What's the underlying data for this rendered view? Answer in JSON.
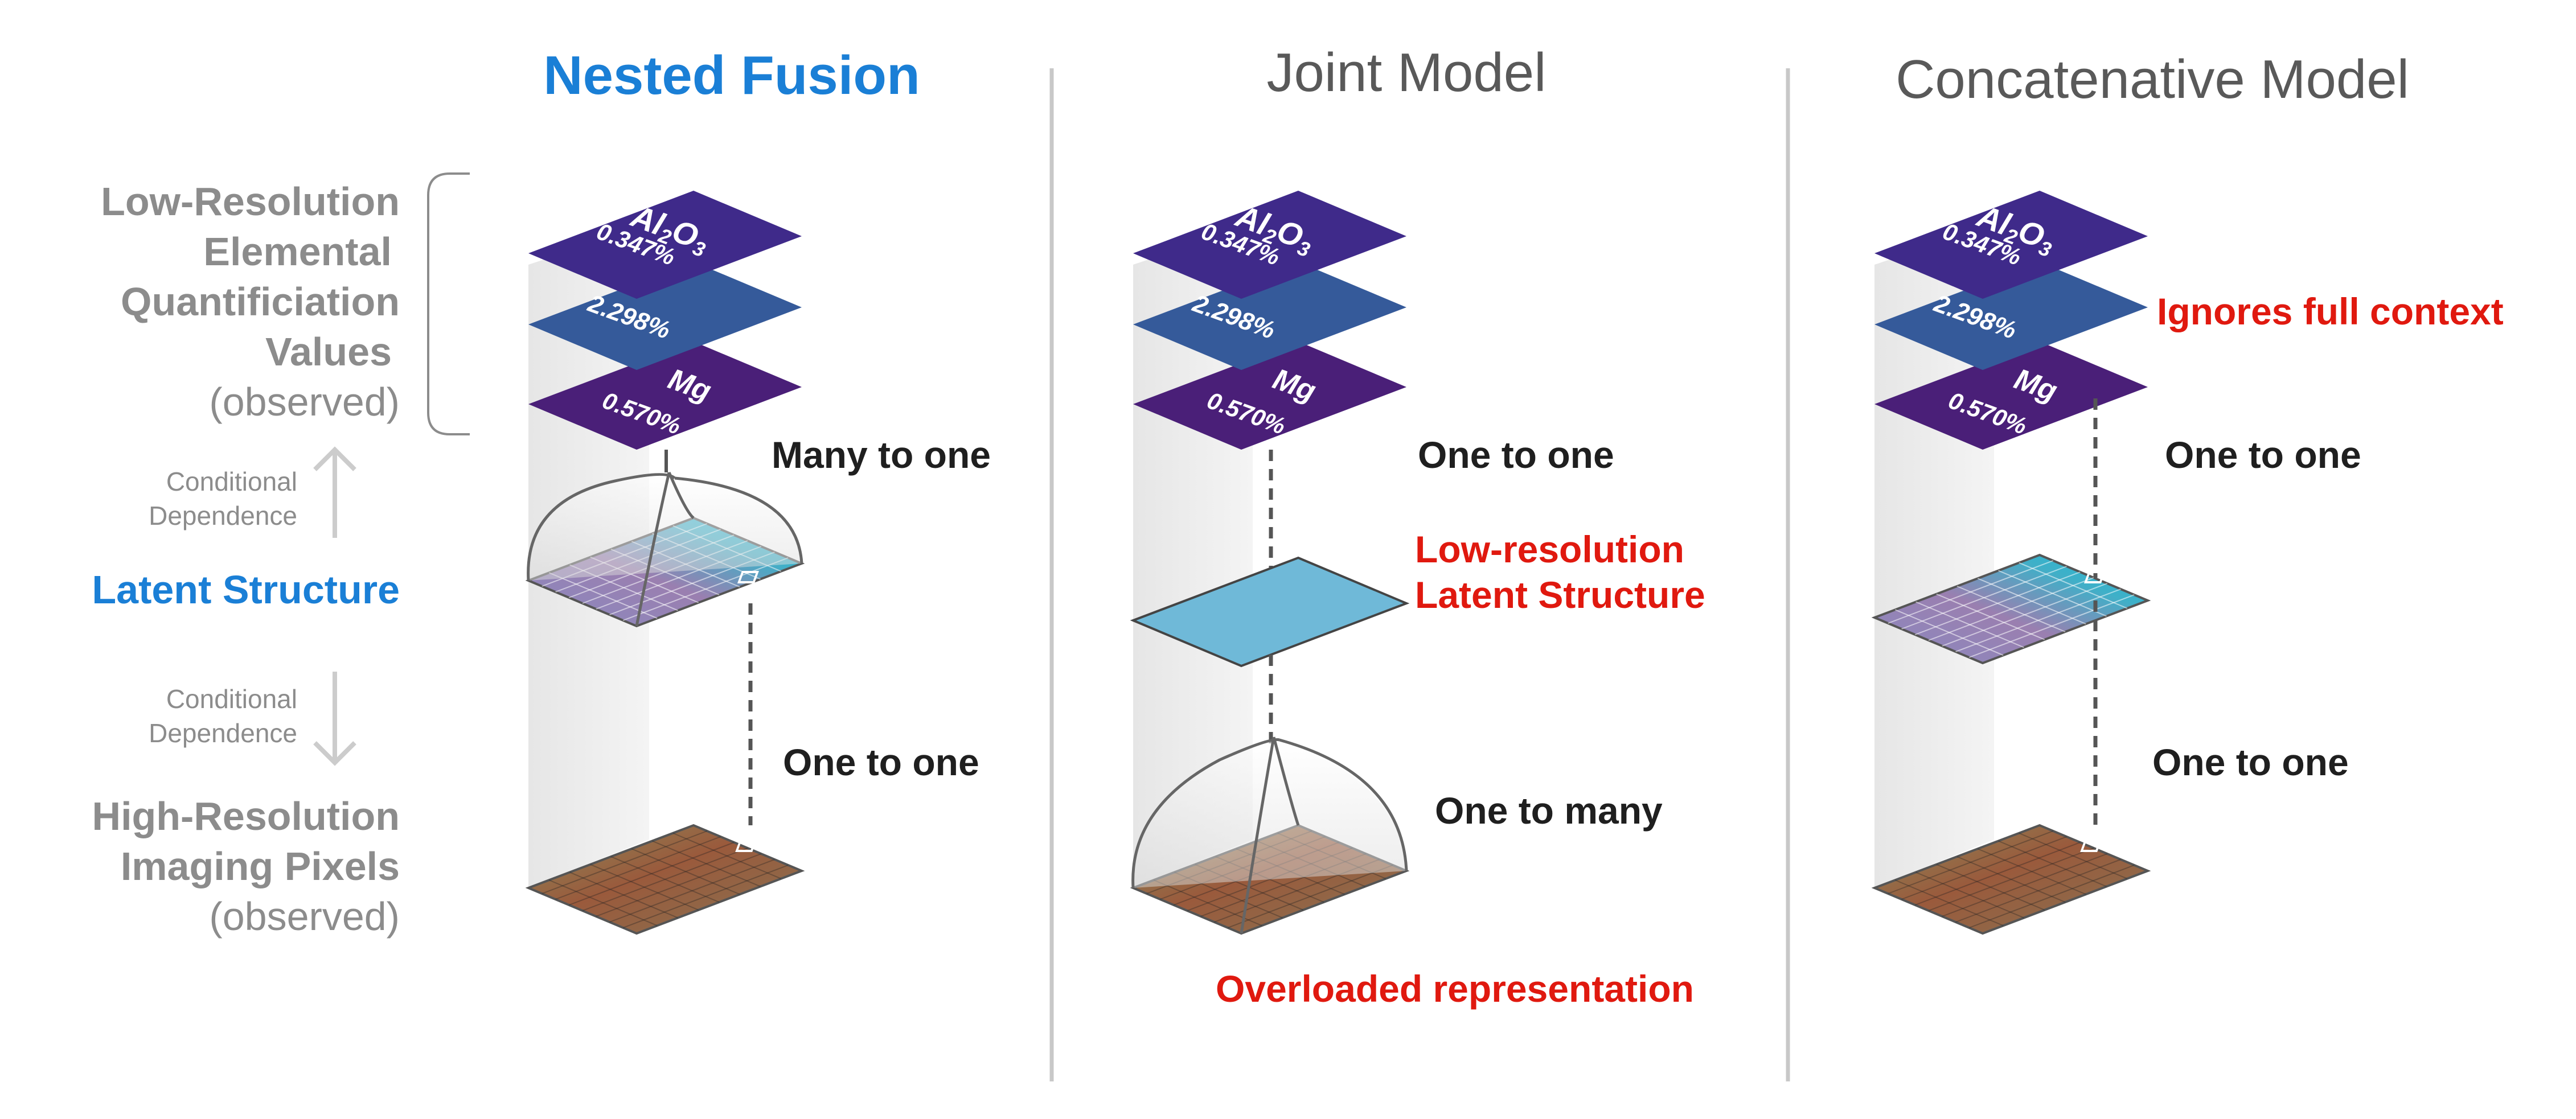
{
  "titles": {
    "nested": "Nested Fusion",
    "joint": "Joint Model",
    "concat": "Concatenative Model"
  },
  "left_labels": {
    "low_res": [
      "Low-Resolution",
      "Elemental",
      "Quantificiation",
      "Values"
    ],
    "low_res_observed": "(observed)",
    "cond_dep_up": [
      "Conditional",
      "Dependence"
    ],
    "latent": "Latent Structure",
    "cond_dep_down": [
      "Conditional",
      "Dependence"
    ],
    "high_res": [
      "High-Resolution",
      "Imaging Pixels"
    ],
    "high_res_observed": "(observed)"
  },
  "layers": {
    "top": {
      "formula_main": "Al",
      "formula_sub1": "2",
      "formula_mid": "O",
      "formula_sub2": "3",
      "value": "0.347%"
    },
    "middle": {
      "value": "2.298%"
    },
    "bottom": {
      "element": "Mg",
      "value": "0.570%"
    }
  },
  "annotations": {
    "nested_upper": "Many to one",
    "nested_lower": "One to one",
    "joint_upper": "One to one",
    "joint_latent": [
      "Low-resolution",
      "Latent Structure"
    ],
    "joint_lower": "One to many",
    "joint_issue": "Overloaded representation",
    "concat_issue": "Ignores full context",
    "concat_upper": "One to one",
    "concat_lower": "One to one"
  },
  "colors": {
    "nested_title": "#1a7fd6",
    "model_title": "#595959",
    "gray_label": "#8c8c8c",
    "black_label": "#1f1f1f",
    "latent_label": "#1a7fd6",
    "issue_red": "#e0190f",
    "layer_top": "#3f2a8a",
    "layer_mid": "#355a9a",
    "layer_bottom": "#4a1f78",
    "latent_flat": "#6fb9d8",
    "divider": "#c8c8c8"
  }
}
